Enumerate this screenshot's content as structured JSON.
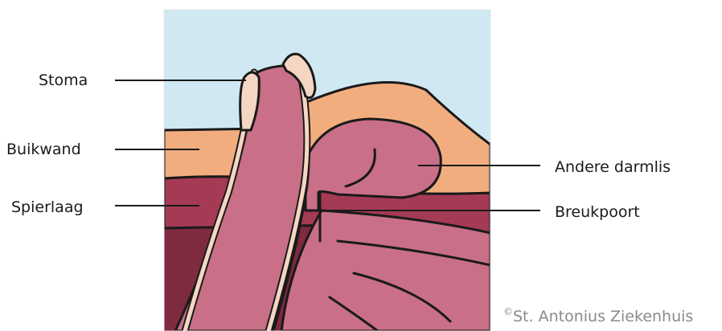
{
  "labels": {
    "stoma": "Stoma",
    "buikwand": "Buikwand",
    "spierlaag": "Spierlaag",
    "andere_darmlis": "Andere darmlis",
    "breukpoort": "Breukpoort"
  },
  "credit": {
    "symbol": "©",
    "text": "St. Antonius Ziekenhuis"
  },
  "colors": {
    "sky": "#cfe8f1",
    "abdominal_wall": "#f2ad7f",
    "muscle_layer": "#a53a55",
    "deep_tissue": "#7e2a3f",
    "bowel": "#c96f87",
    "mucosa_rim": "#f5d6c2",
    "outline": "#1a1a1a"
  }
}
